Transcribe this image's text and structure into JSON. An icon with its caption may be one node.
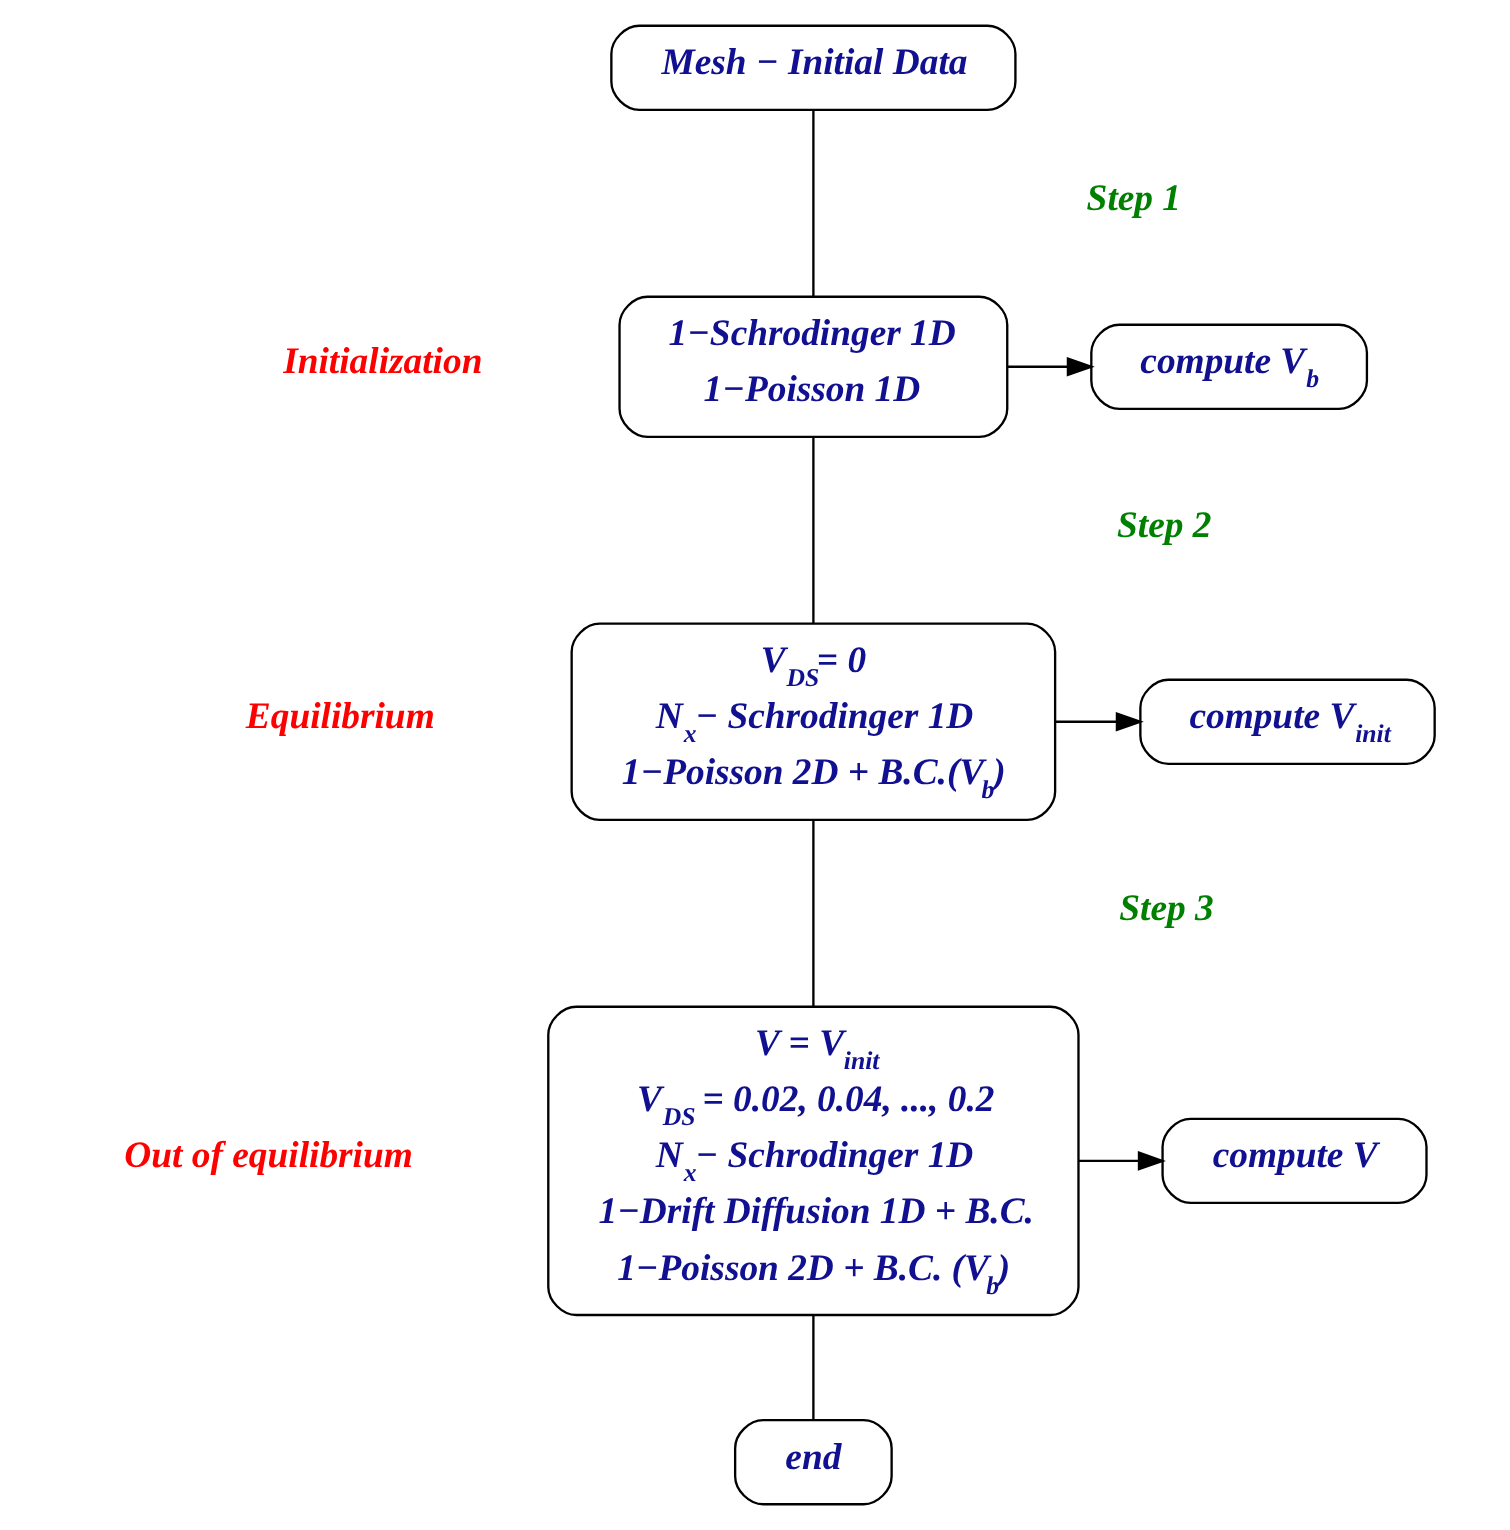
{
  "diagram": {
    "nodes": [
      {
        "text": [
          "Mesh − Initial Data"
        ]
      },
      {
        "text": [
          "1−Schrodinger 1D",
          "1−Poisson 1D"
        ]
      },
      {
        "text": [
          "compute V$_{b}$"
        ]
      },
      {
        "text": [
          "V$_{DS}$= 0",
          "N$_{x}$− Schrodinger 1D",
          "1−Poisson 2D + B.C.(V$_{b}$)"
        ]
      },
      {
        "text": [
          "compute V$_{init}$"
        ]
      },
      {
        "text": [
          "V = V$_{init}$",
          "V$_{DS}$ = 0.02, 0.04, ..., 0.2",
          "N$_{x}$− Schrodinger 1D",
          "1−Drift Diffusion 1D + B.C.",
          "1−Poisson 2D + B.C. (V$_{b}$)"
        ]
      },
      {
        "text": [
          "compute V"
        ]
      },
      {
        "text": [
          "end"
        ]
      }
    ],
    "edges": [
      {
        "from": 0,
        "to": 1,
        "arrow": "none"
      },
      {
        "from": 1,
        "to": 2,
        "arrow": "to"
      },
      {
        "from": 1,
        "to": 3,
        "arrow": "none"
      },
      {
        "from": 3,
        "to": 4,
        "arrow": "to"
      },
      {
        "from": 3,
        "to": 5,
        "arrow": "none"
      },
      {
        "from": 5,
        "to": 6,
        "arrow": "to"
      },
      {
        "from": 5,
        "to": 7,
        "arrow": "none"
      }
    ],
    "labels": [
      "Step 1",
      "Initialization",
      "Step 2",
      "Equilibrium",
      "Step 3",
      "Out of equilibrium"
    ]
  }
}
